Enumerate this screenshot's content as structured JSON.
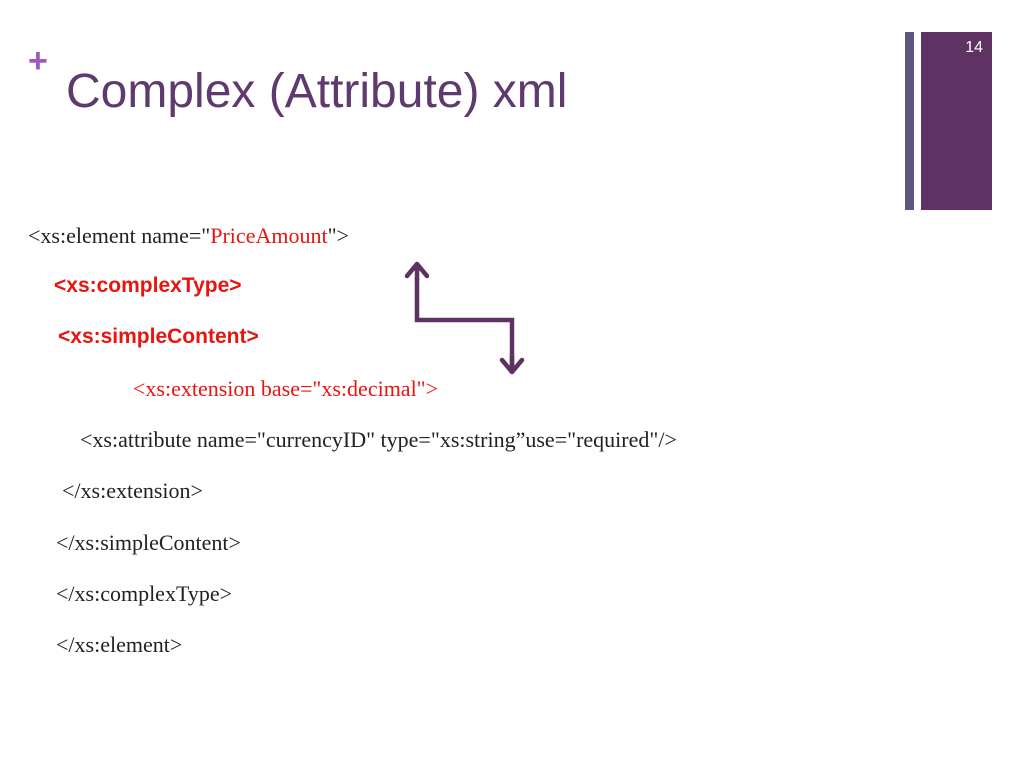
{
  "slide": {
    "plus_mark": "+",
    "title": "Complex (Attribute) xml",
    "page_number": "14"
  },
  "code": {
    "line1": {
      "prefix": "<xs:element name=\"",
      "highlight": "PriceAmount",
      "suffix": "\">"
    },
    "line2": "<xs:complexType>",
    "line3": "<xs:simpleContent>",
    "line4": "<xs:extension base=\"xs:decimal\">",
    "line5": "<xs:attribute name=\"currencyID\" type=\"xs:string”use=\"required\"/>",
    "line6": "</xs:extension>",
    "line7": "</xs:simpleContent>",
    "line8": "</xs:complexType>",
    "line9": "</xs:element>"
  },
  "colors": {
    "title": "#5e3a6e",
    "plus_mark": "#9e5ab8",
    "accent_dark": "#5e3262",
    "accent_light": "#5c577f",
    "highlight_red": "#e8140f",
    "arrow": "#5e3262",
    "text": "#222222"
  }
}
